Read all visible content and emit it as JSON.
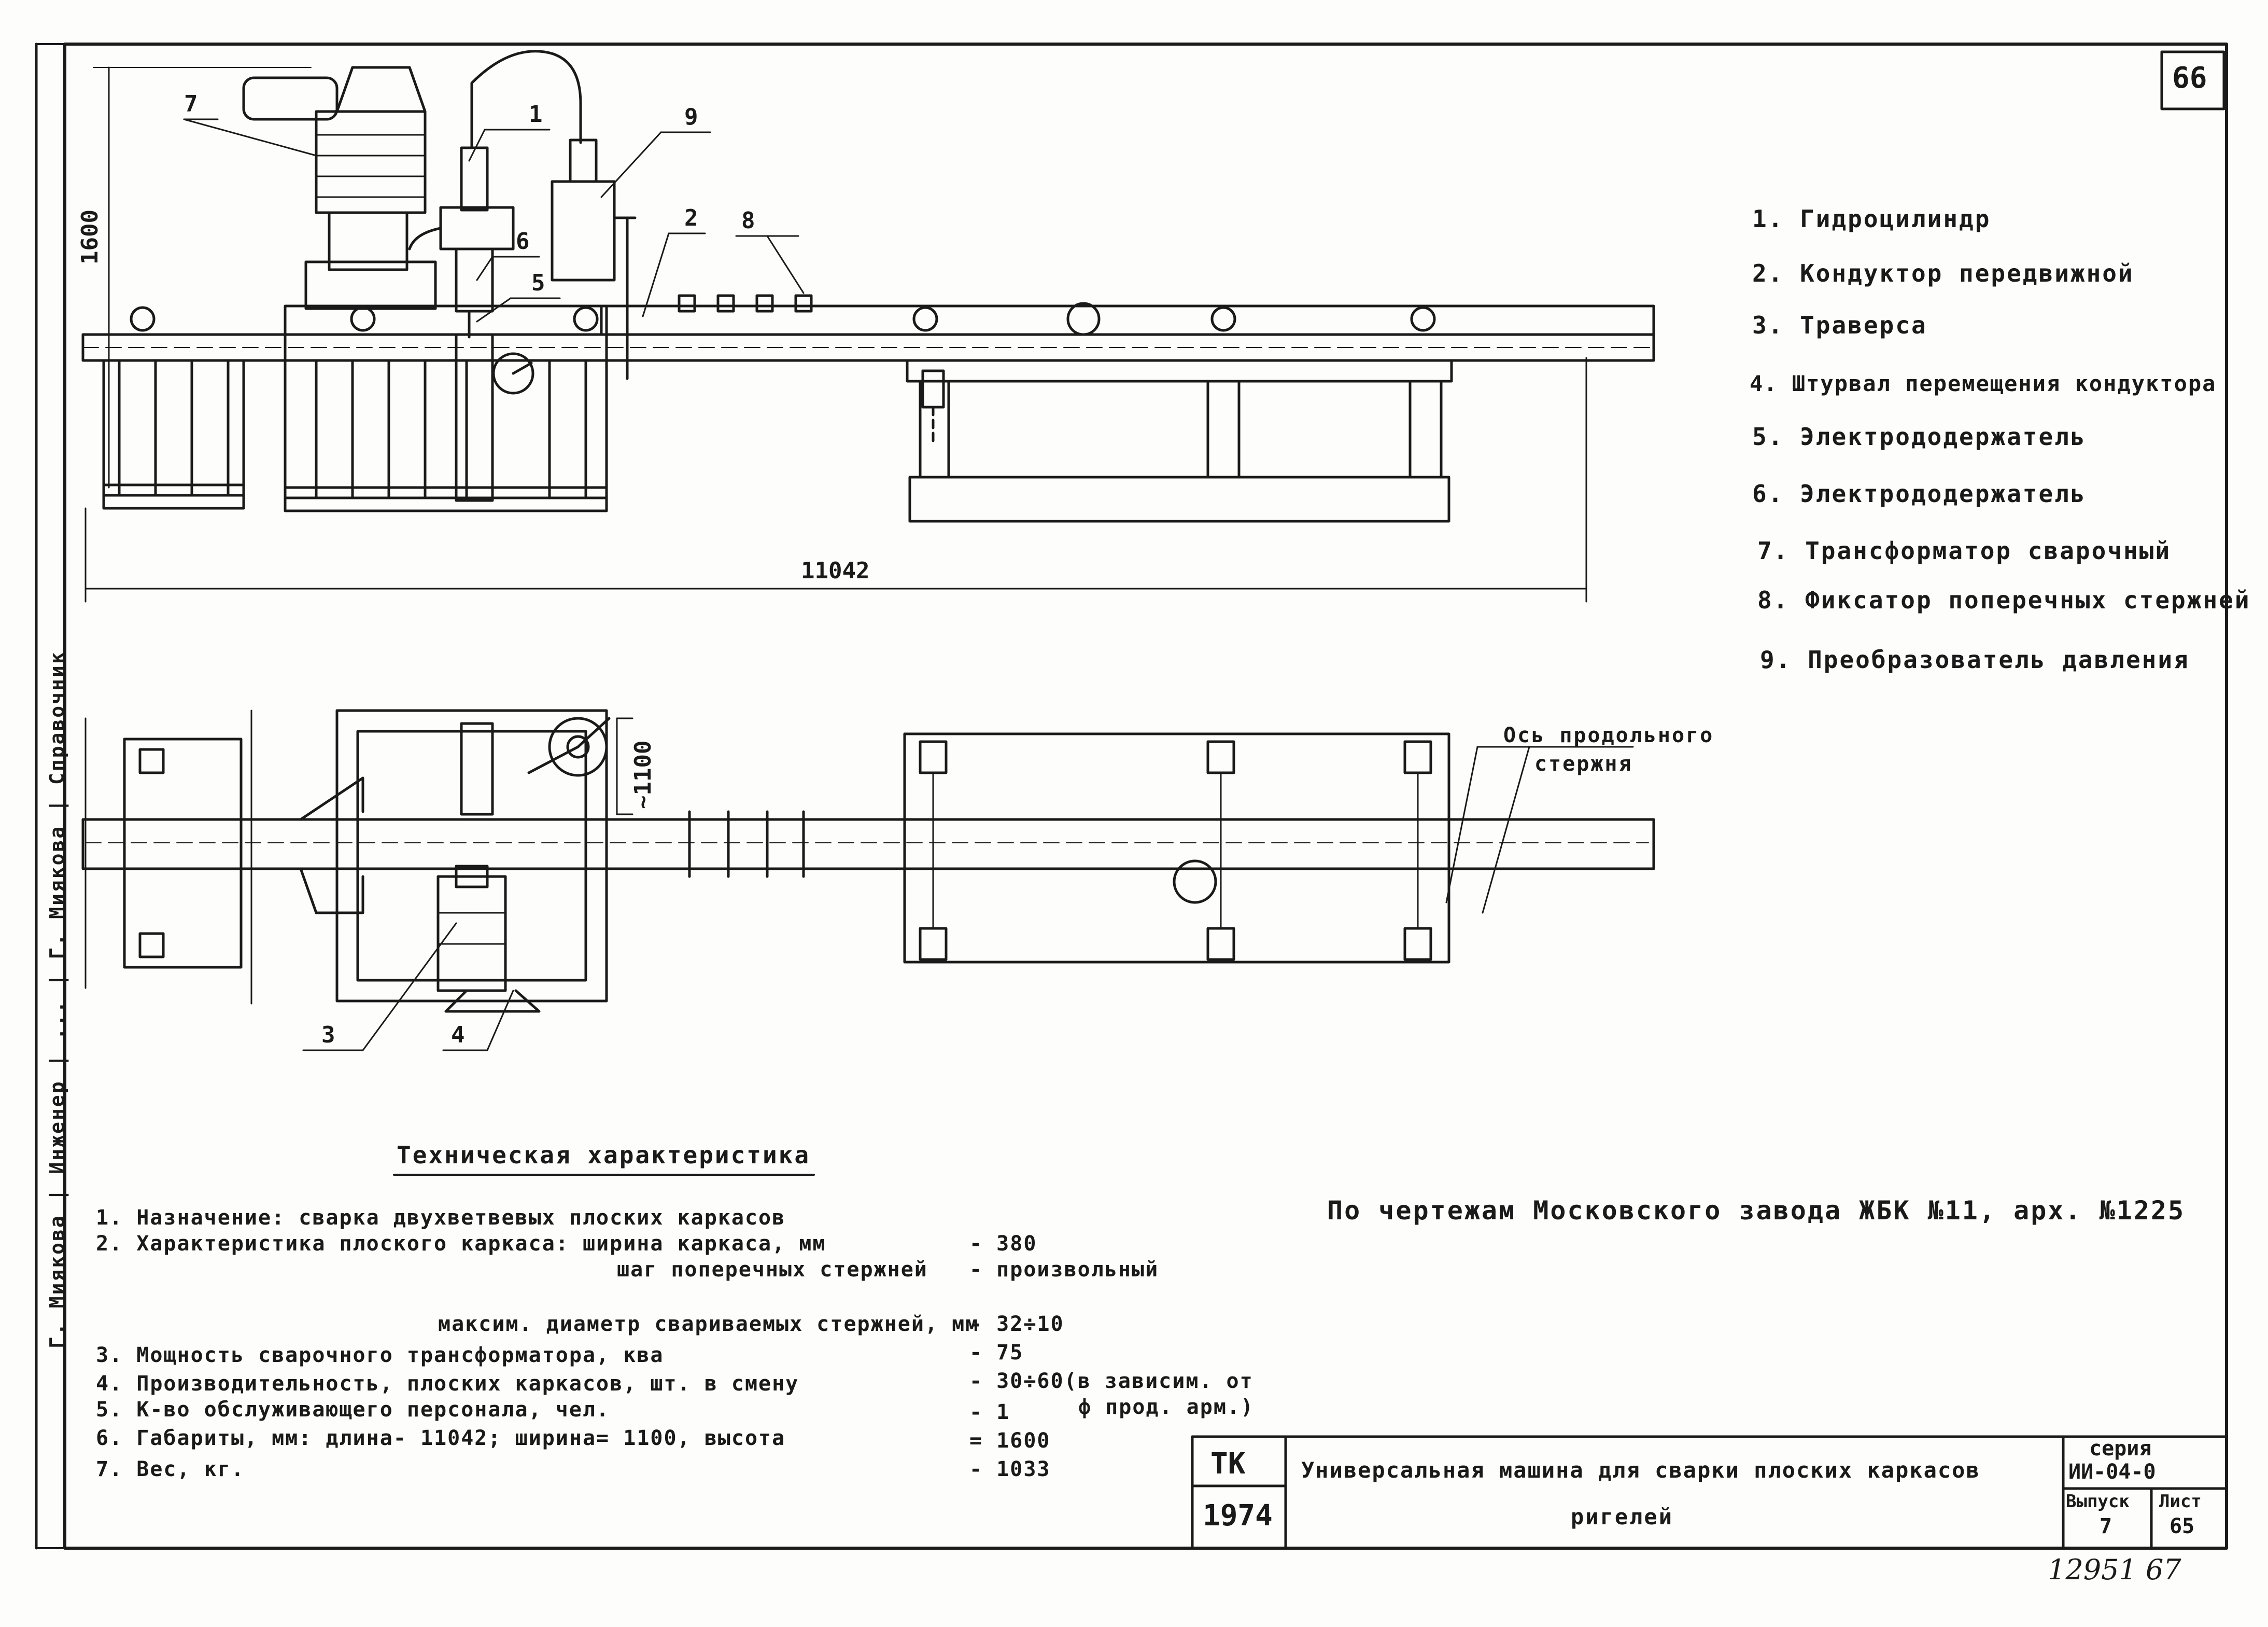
{
  "sheet_number": "66",
  "dimensions": {
    "length": "11042",
    "height": "1600",
    "width": "~1100"
  },
  "callouts": {
    "c1": "1",
    "c2": "2",
    "c3": "3",
    "c4": "4",
    "c5": "5",
    "c6": "6",
    "c7": "7",
    "c8": "8",
    "c9": "9"
  },
  "legend": [
    "1. Гидроцилиндр",
    "2. Кондуктор передвижной",
    "3. Траверса",
    "4. Штурвал перемещения кондуктора",
    "5. Электрододержатель",
    "6. Электрододержатель",
    "7. Трансформатор сварочный",
    "8. Фиксатор поперечных стержней",
    "9. Преобразователь давления"
  ],
  "axis_label": {
    "line1": "Ось продольного",
    "line2": "стержня"
  },
  "tech": {
    "title": "Техническая характеристика",
    "rows": [
      "1. Назначение:   сварка двухветвевых плоских каркасов",
      "2. Характеристика плоского каркаса:  ширина каркаса, мм",
      "шаг поперечных стержней",
      "максим. диаметр свариваемых стержней, мм",
      "3. Мощность сварочного трансформатора, ква",
      "4. Производительность, плоских каркасов, шт. в смену",
      "5. К-во обслуживающего персонала, чел.",
      "6. Габариты,   мм:   длина- 11042;   ширина= 1100, высота",
      "7. Вес, кг."
    ],
    "values": [
      "- 380",
      "- произвольный",
      "- 32÷10",
      "- 75",
      "- 30÷60(в зависим. от",
      "ф прод. арм.)",
      "- 1",
      "= 1600",
      "- 1033"
    ]
  },
  "source_note": "По чертежам Московского завода ЖБК №11,   арх. №1225",
  "title_block": {
    "org": "ТК",
    "year": "1974",
    "title_line1": "Универсальная машина для сварки плоских каркасов",
    "title_line2": "ригелей",
    "series_label": "серия",
    "series_value": "ИИ-04-0",
    "issue_label": "Выпуск",
    "issue_value": "7",
    "sheet_label": "Лист",
    "sheet_value": "65"
  },
  "archive_note": "12951   67",
  "margin_stamp": "Г. Миякова | Инженер | ... | Г. Миякова | Справочник"
}
